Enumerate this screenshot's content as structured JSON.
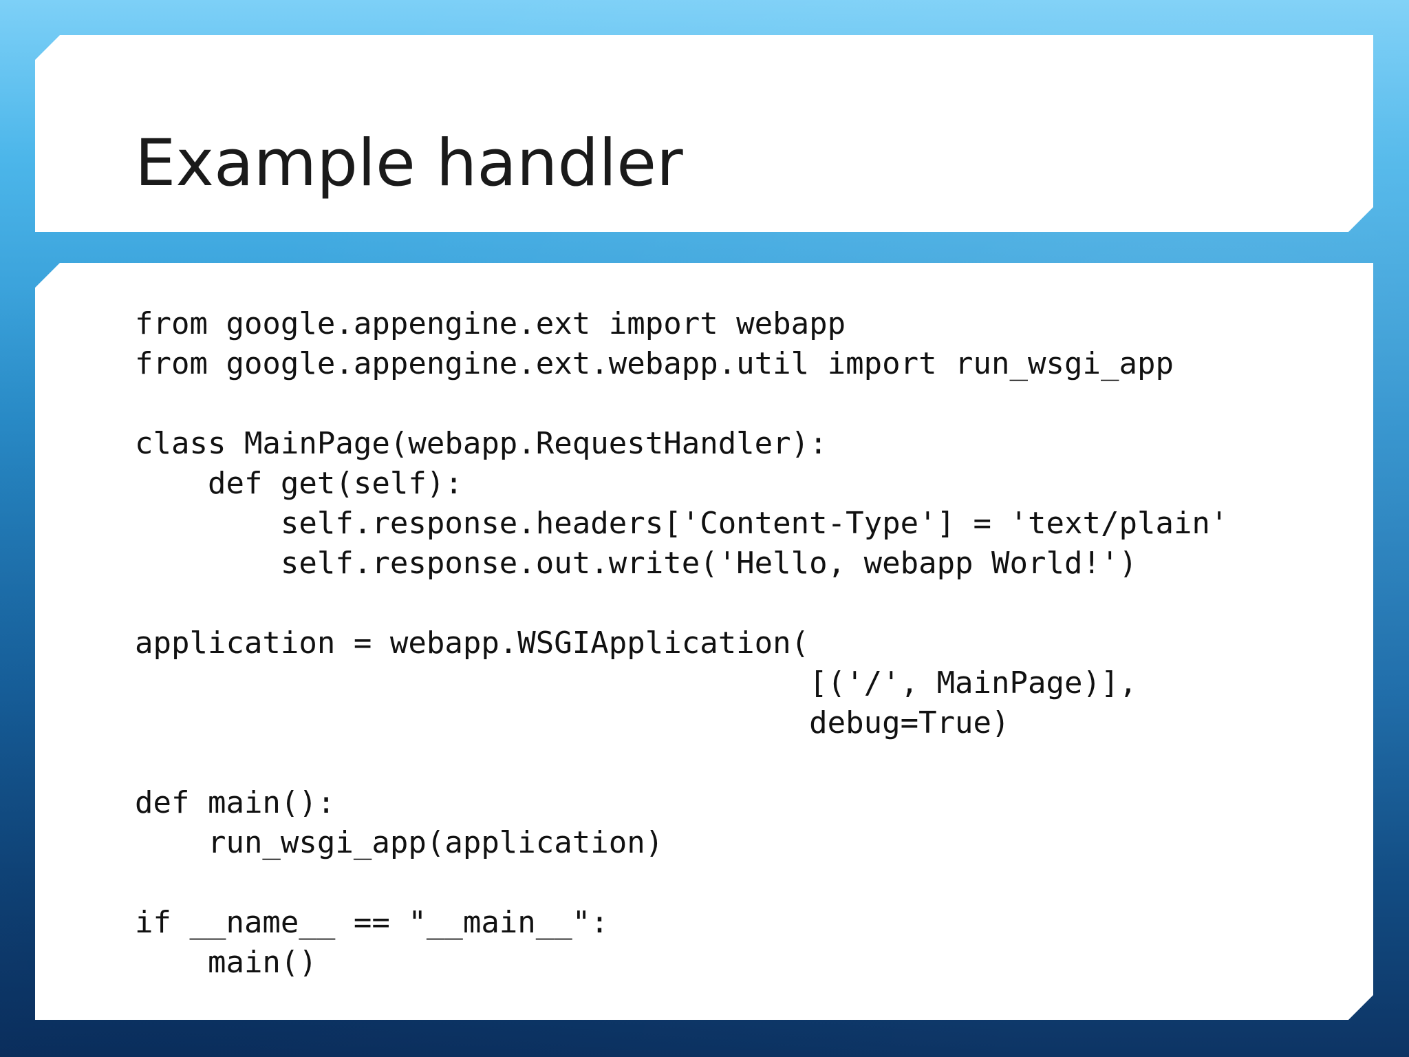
{
  "slide": {
    "title": "Example handler",
    "code_lines": [
      "from google.appengine.ext import webapp",
      "from google.appengine.ext.webapp.util import run_wsgi_app",
      "",
      "class MainPage(webapp.RequestHandler):",
      "    def get(self):",
      "        self.response.headers['Content-Type'] = 'text/plain'",
      "        self.response.out.write('Hello, webapp World!')",
      "",
      "application = webapp.WSGIApplication(",
      "                                     [('/', MainPage)],",
      "                                     debug=True)",
      "",
      "def main():",
      "    run_wsgi_app(application)",
      "",
      "if __name__ == \"__main__\":",
      "    main()"
    ]
  },
  "colors": {
    "panel_background": "#ffffff",
    "text": "#111111",
    "background_top": "#7dd0f7",
    "background_bottom": "#0d3464"
  }
}
